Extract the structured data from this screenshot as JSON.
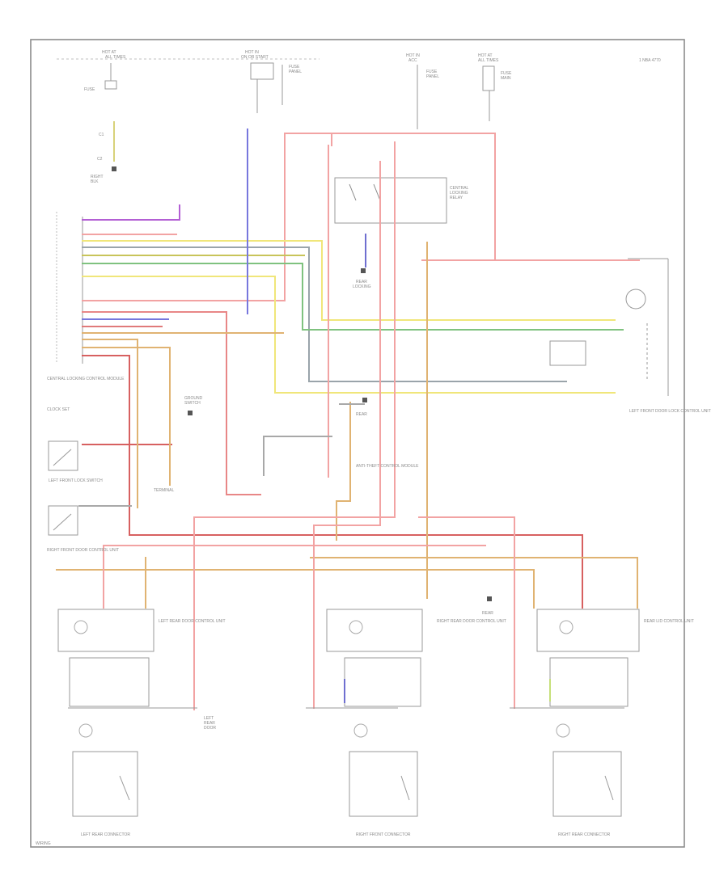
{
  "corner_code": "1 NBA  4770",
  "modules": {
    "central_locking_control": "CENTRAL LOCKING CONTROL MODULE",
    "left_front_door_ctrl": "LEFT FRONT DOOR LOCK CONTROL UNIT",
    "left_front_lock_switch": "LEFT FRONT LOCK SWITCH",
    "right_front_door_ctrl": "RIGHT FRONT DOOR CONTROL UNIT",
    "anti_theft_module": "ANTI-THEFT CONTROL MODULE",
    "left_rear_door_ctrl": "LEFT REAR DOOR CONTROL UNIT",
    "right_rear_door_ctrl": "RIGHT REAR DOOR CONTROL UNIT",
    "rear_lid": "REAR LID CONTROL UNIT"
  },
  "bottom_labels": {
    "left": "LEFT REAR CONNECTOR",
    "center": "RIGHT FRONT CONNECTOR",
    "right": "RIGHT REAR CONNECTOR"
  },
  "footer_mark": "WIRING"
}
